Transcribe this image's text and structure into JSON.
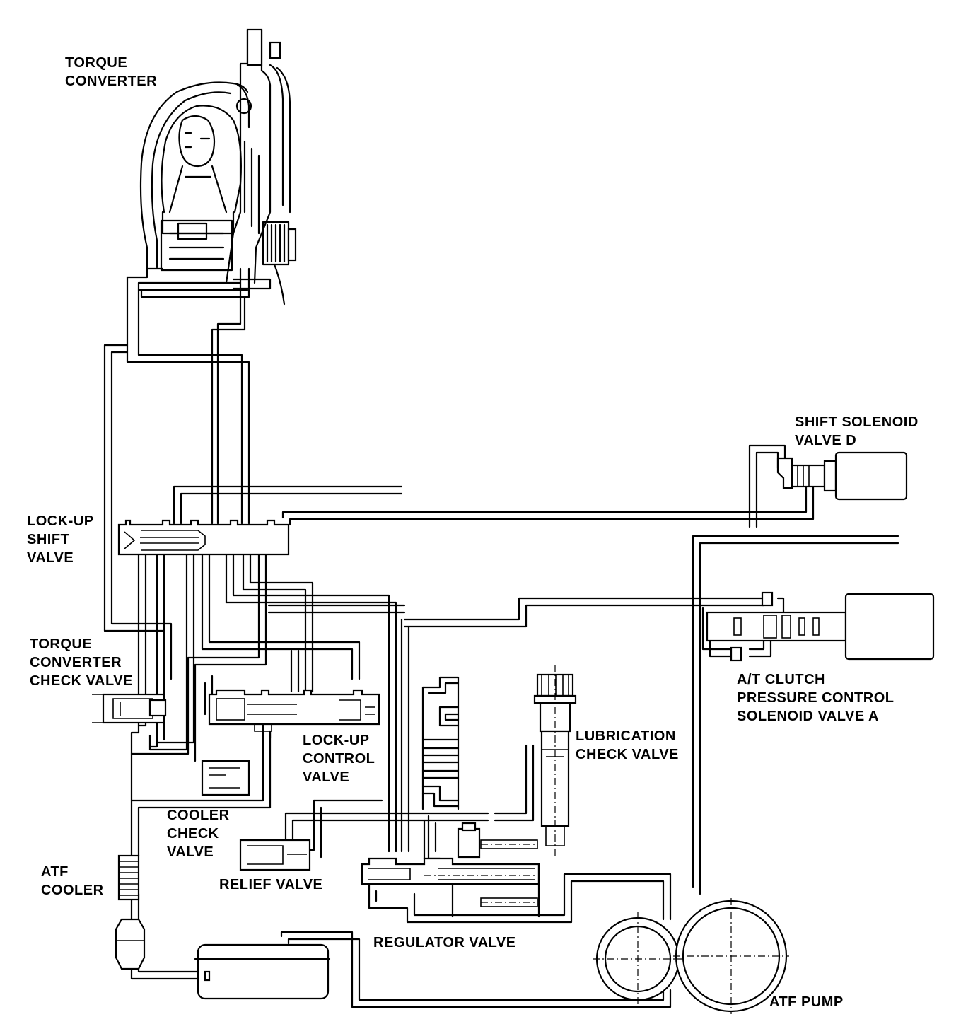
{
  "labels": {
    "torque_converter": [
      "TORQUE",
      "CONVERTER"
    ],
    "shift_solenoid_d": [
      "SHIFT SOLENOID",
      "VALVE D"
    ],
    "lockup_shift_valve": [
      "LOCK-UP",
      "SHIFT",
      "VALVE"
    ],
    "tc_check_valve": [
      "TORQUE",
      "CONVERTER",
      "CHECK VALVE"
    ],
    "clutch_solenoid_a": [
      "A/T CLUTCH",
      "PRESSURE CONTROL",
      "SOLENOID VALVE A"
    ],
    "lubrication_check_valve": [
      "LUBRICATION",
      "CHECK VALVE"
    ],
    "lockup_control_valve": [
      "LOCK-UP",
      "CONTROL",
      "VALVE"
    ],
    "cooler_check_valve": [
      "COOLER",
      "CHECK",
      "VALVE"
    ],
    "atf_cooler": [
      "ATF",
      "COOLER"
    ],
    "relief_valve": [
      "RELIEF VALVE"
    ],
    "regulator_valve": [
      "REGULATOR VALVE"
    ],
    "atf_pump": [
      "ATF PUMP"
    ]
  }
}
